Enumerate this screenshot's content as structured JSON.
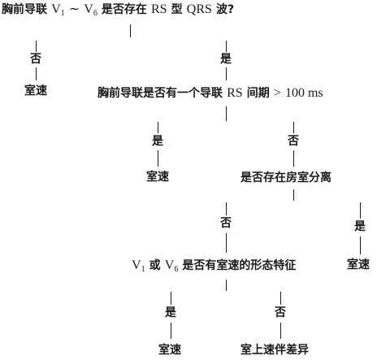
{
  "q1": {
    "p1": "胸前导联",
    "v1": "V",
    "v1_sub": "1",
    "tilde": "∼",
    "v6": "V",
    "v6_sub": "6",
    "p2": "是否存在",
    "rs": "RS",
    "p3": "型",
    "qrs": "QRS",
    "p4": "波?"
  },
  "q1_no_label": "否",
  "q1_no_result": "室速",
  "q1_yes_label": "是",
  "q2": {
    "p1": "胸前导联是否有一个导联",
    "rs": "RS",
    "p2": "间期",
    "gt": ">",
    "ms": "100 ms"
  },
  "q2_yes_label": "是",
  "q2_yes_result": "室速",
  "q2_no_label": "否",
  "q3": "是否存在房室分离",
  "q3_no_label": "否",
  "q3_yes_label": "是",
  "q3_yes_result": "室速",
  "q4": {
    "v1": "V",
    "v1_sub": "1",
    "p1": "或",
    "v6": "V",
    "v6_sub": "6",
    "p2": "是否有室速的形态特征"
  },
  "q4_yes_label": "是",
  "q4_yes_result": "室速",
  "q4_no_label": "否",
  "q4_no_result": "室上速伴差异"
}
